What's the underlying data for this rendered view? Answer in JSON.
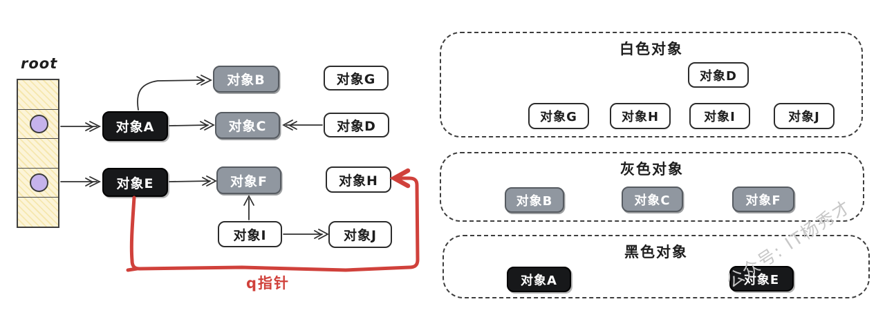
{
  "graph": {
    "root_label": "root",
    "nodes": {
      "a": {
        "label": "对象A",
        "color": "black"
      },
      "b": {
        "label": "对象B",
        "color": "gray"
      },
      "c": {
        "label": "对象C",
        "color": "gray"
      },
      "d": {
        "label": "对象D",
        "color": "white"
      },
      "e": {
        "label": "对象E",
        "color": "black"
      },
      "f": {
        "label": "对象F",
        "color": "gray"
      },
      "g": {
        "label": "对象G",
        "color": "white"
      },
      "h": {
        "label": "对象H",
        "color": "white"
      },
      "i": {
        "label": "对象I",
        "color": "white"
      },
      "j": {
        "label": "对象J",
        "color": "white"
      }
    },
    "edges": [
      {
        "from": "root",
        "to": "对象A"
      },
      {
        "from": "root",
        "to": "对象E"
      },
      {
        "from": "对象A",
        "to": "对象B"
      },
      {
        "from": "对象A",
        "to": "对象C"
      },
      {
        "from": "对象D",
        "to": "对象C"
      },
      {
        "from": "对象E",
        "to": "对象F"
      },
      {
        "from": "对象I",
        "to": "对象F"
      },
      {
        "from": "对象I",
        "to": "对象J"
      }
    ],
    "red_pointer": {
      "label": "q指针",
      "from": "对象E",
      "to": "对象H"
    }
  },
  "panels": {
    "white": {
      "title": "白色对象",
      "top_row": [
        "对象D"
      ],
      "bottom_row": [
        "对象G",
        "对象H",
        "对象I",
        "对象J"
      ]
    },
    "gray": {
      "title": "灰色对象",
      "items": [
        "对象B",
        "对象C",
        "对象F"
      ]
    },
    "black": {
      "title": "黑色对象",
      "items": [
        "对象A",
        "对象E"
      ]
    }
  },
  "watermark": "公众号: IT杨秀才",
  "colors": {
    "black_box": "#17181a",
    "gray_box": "#9097a0",
    "white_box": "#ffffff",
    "red_pointer": "#d0413b",
    "root_cell_fill": "#fcf4d8",
    "pointer_circle": "#c5b3eb"
  }
}
